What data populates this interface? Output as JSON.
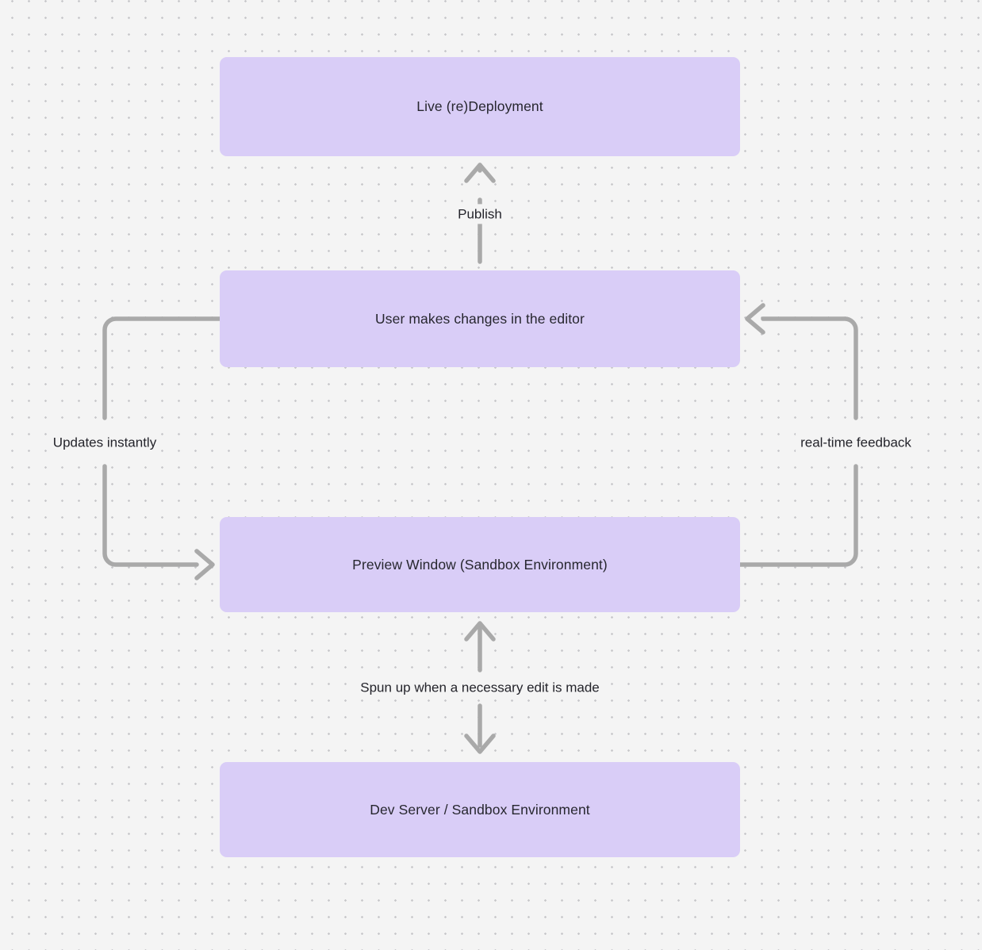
{
  "diagram": {
    "type": "flowchart",
    "background_color": "#f4f4f4",
    "node_fill_color": "#d9cdf7",
    "edge_color": "#a9a9a9",
    "text_color": "#27272f",
    "nodes": [
      {
        "id": "live-deployment",
        "label": "Live (re)Deployment"
      },
      {
        "id": "user-edits",
        "label": "User makes changes in the editor"
      },
      {
        "id": "preview-window",
        "label": "Preview Window (Sandbox Environment)"
      },
      {
        "id": "dev-server",
        "label": "Dev Server / Sandbox Environment"
      }
    ],
    "edges": [
      {
        "id": "publish",
        "label": "Publish",
        "from": "user-edits",
        "to": "live-deployment",
        "direction": "up"
      },
      {
        "id": "updates-instantly",
        "label": "Updates instantly",
        "from": "user-edits",
        "to": "preview-window",
        "direction": "left-loop"
      },
      {
        "id": "real-time-feedback",
        "label": "real-time feedback",
        "from": "preview-window",
        "to": "user-edits",
        "direction": "right-loop"
      },
      {
        "id": "spun-up",
        "label": "Spun up when a necessary edit is made",
        "from": "preview-window",
        "to": "dev-server",
        "direction": "bidirectional"
      }
    ]
  }
}
